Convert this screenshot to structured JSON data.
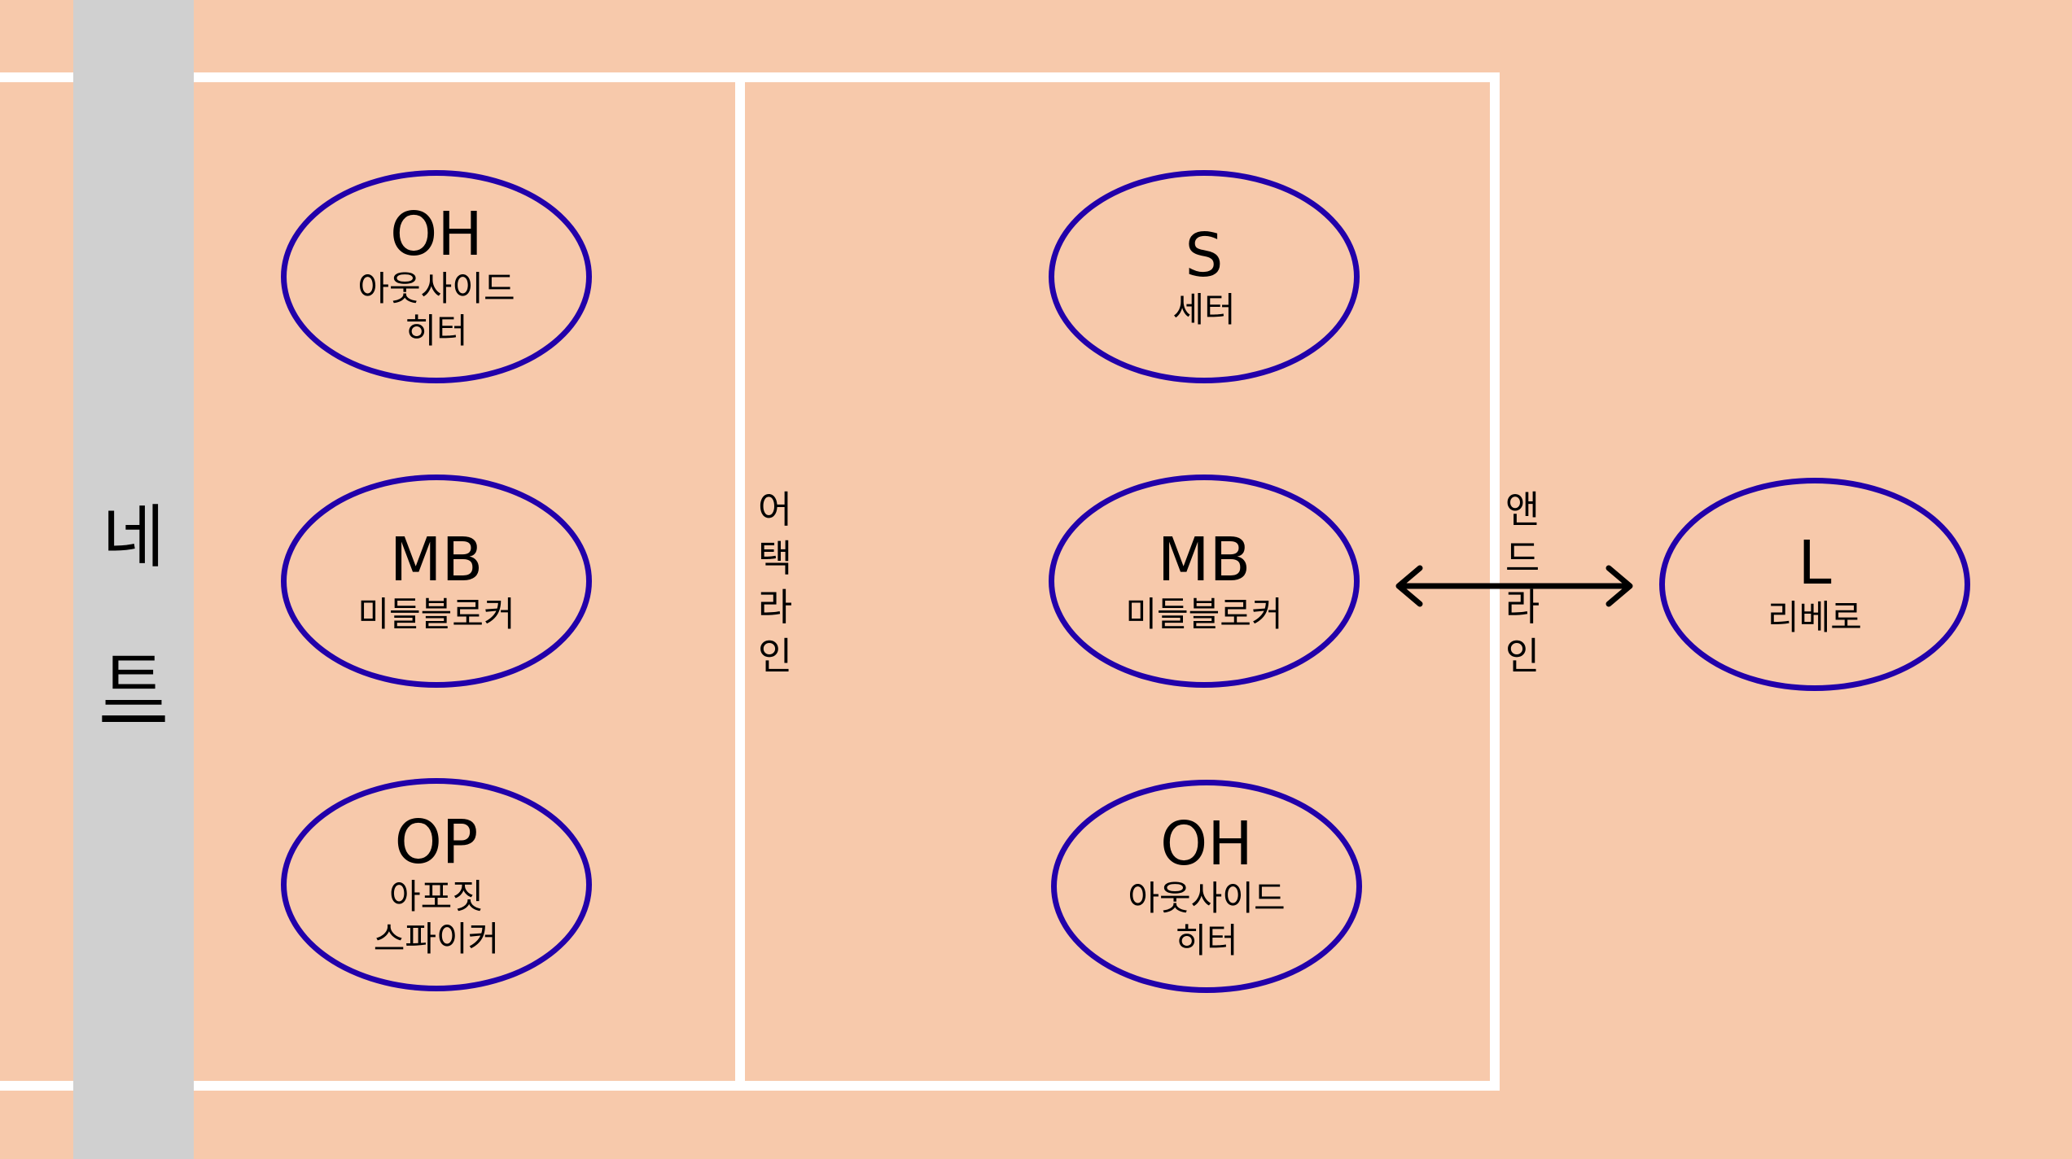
{
  "colors": {
    "floor": "#f7c9ab",
    "court_lines": "#ffffff",
    "net": "#d0d0d0",
    "player_border": "#2200aa",
    "arrow": "#000000"
  },
  "net": {
    "label_chars": [
      "네",
      "트"
    ]
  },
  "attack_line": {
    "label_chars": [
      "어",
      "택",
      "라",
      "인"
    ]
  },
  "end_line": {
    "label_chars": [
      "앤",
      "드",
      "라",
      "인"
    ]
  },
  "players": [
    {
      "abbr": "OH",
      "name": "아웃사이드\n히터"
    },
    {
      "abbr": "MB",
      "name": "미들블로커"
    },
    {
      "abbr": "OP",
      "name": "아포짓\n스파이커"
    },
    {
      "abbr": "S",
      "name": "세터"
    },
    {
      "abbr": "MB",
      "name": "미들블로커"
    },
    {
      "abbr": "OH",
      "name": "아웃사이드\n히터"
    },
    {
      "abbr": "L",
      "name": "리베로"
    }
  ],
  "libero_swap_arrow": {
    "icon": "double-arrow-icon"
  }
}
